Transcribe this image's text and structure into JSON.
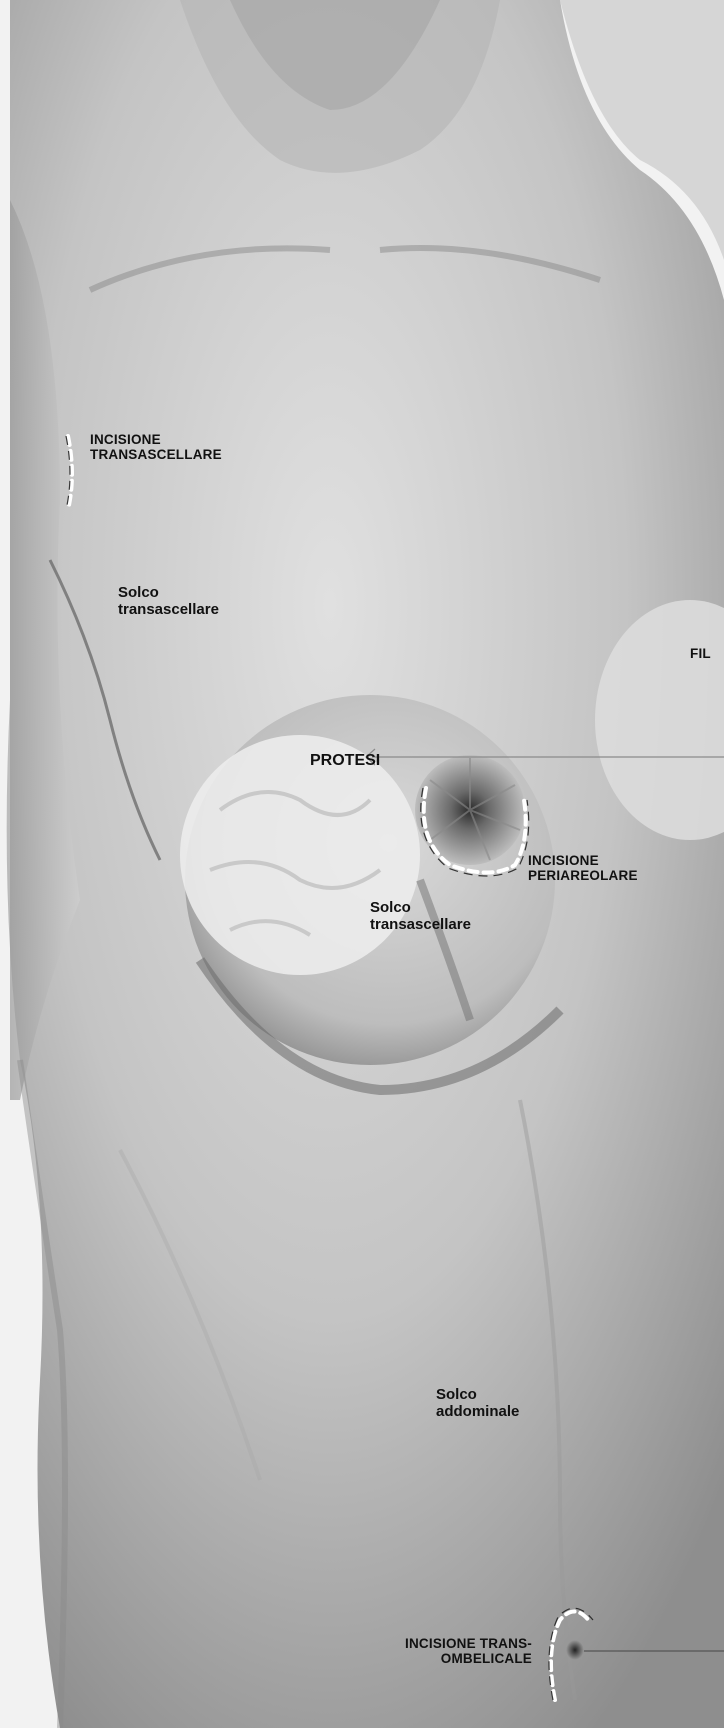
{
  "labels": {
    "incisione_transascellare": [
      "INCISIONE",
      "TRANSASCELLARE"
    ],
    "solco_transascellare_upper": [
      "Solco",
      "transascellare"
    ],
    "fil_partial": "FIL",
    "protesi": "PROTESI",
    "incisione_periareolare": [
      "INCISIONE",
      "PERIAREOLARE"
    ],
    "solco_transascellare_lower": [
      "Solco",
      "transascellare"
    ],
    "solco_addominale": [
      "Solco",
      "addominale"
    ],
    "incisione_transombelicale": [
      "INCISIONE TRANS-",
      "OMBELICALE"
    ]
  },
  "colors": {
    "skin_light": "#e6e6e6",
    "skin_mid": "#b5b5b5",
    "skin_dark": "#7e7e7e",
    "implant": "#ececec",
    "text": "#111111"
  }
}
